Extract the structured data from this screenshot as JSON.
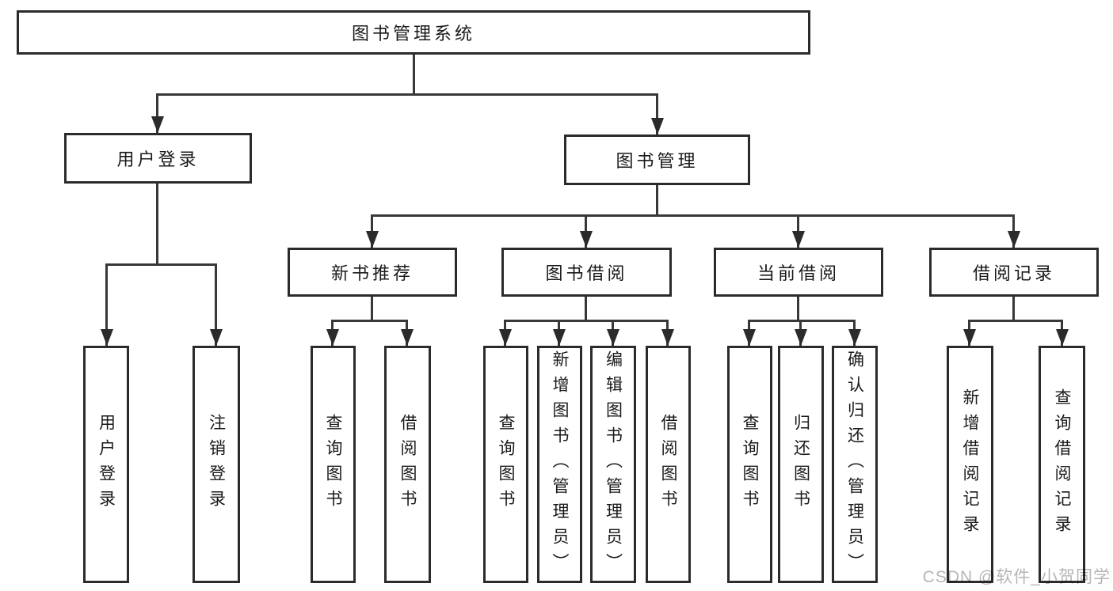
{
  "diagram": {
    "title": "图书管理系统",
    "type": "function-structure-tree",
    "hierarchy": {
      "图书管理系统": {
        "用户登录": [
          "用户登录",
          "注销登录"
        ],
        "图书管理": {
          "新书推荐": [
            "查询图书",
            "借阅图书"
          ],
          "图书借阅": [
            "查询图书",
            "新增图书（管理员）",
            "编辑图书（管理员）",
            "借阅图书"
          ],
          "当前借阅": [
            "查询图书",
            "归还图书",
            "确认归还（管理员）"
          ],
          "借阅记录": [
            "新增借阅记录",
            "查询借阅记录"
          ]
        }
      }
    },
    "colors": {
      "background": "#ffffff",
      "box_border": "#2b2b2b",
      "connector_line": "#383838",
      "text": "#1a1a1a",
      "watermark_text": "#b5b5b5"
    }
  },
  "nodes": {
    "root": {
      "label": "图书管理系统"
    },
    "user_login": {
      "label": "用户登录"
    },
    "book_management": {
      "label": "图书管理"
    },
    "new_book_recommendation": {
      "label": "新书推荐"
    },
    "book_borrowing": {
      "label": "图书借阅"
    },
    "current_borrowing": {
      "label": "当前借阅"
    },
    "borrowing_records": {
      "label": "借阅记录"
    },
    "leaf_user_login": {
      "label": "用户登录"
    },
    "leaf_logout": {
      "label": "注销登录"
    },
    "leaf_query_books_rec": {
      "label": "查询图书"
    },
    "leaf_borrow_books_rec": {
      "label": "借阅图书"
    },
    "leaf_query_books_borrow": {
      "label": "查询图书"
    },
    "leaf_add_book_admin": {
      "label": "新增图书（管理员）"
    },
    "leaf_edit_book_admin": {
      "label": "编辑图书（管理员）"
    },
    "leaf_borrow_books_borrow": {
      "label": "借阅图书"
    },
    "leaf_query_books_current": {
      "label": "查询图书"
    },
    "leaf_return_book": {
      "label": "归还图书"
    },
    "leaf_confirm_return_admin": {
      "label": "确认归还（管理员）"
    },
    "leaf_add_borrow_record": {
      "label": "新增借阅记录"
    },
    "leaf_query_borrow_record": {
      "label": "查询借阅记录"
    }
  },
  "watermark": {
    "text": "CSDN @软件_小贺同学"
  }
}
